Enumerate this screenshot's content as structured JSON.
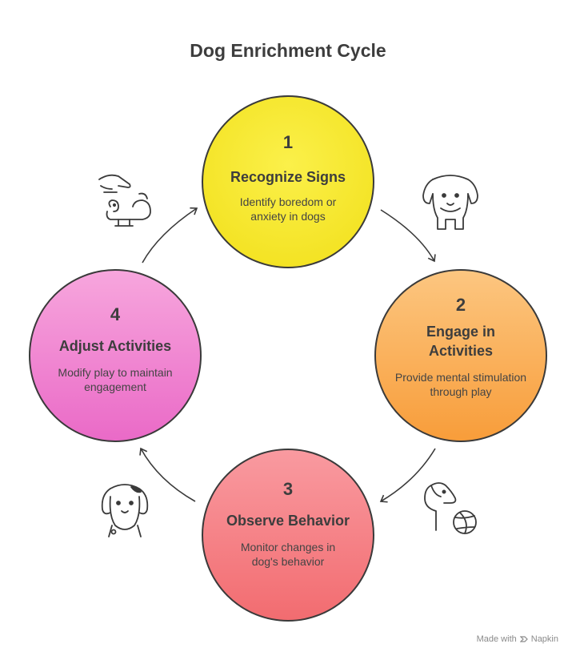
{
  "title": "Dog Enrichment Cycle",
  "steps": [
    {
      "number": "1",
      "name": "Recognize Signs",
      "description": "Identify boredom or anxiety in dogs",
      "color": "#f4e52c"
    },
    {
      "number": "2",
      "name": "Engage in Activities",
      "description": "Provide mental stimulation through play",
      "color": "#f9a94e"
    },
    {
      "number": "3",
      "name": "Observe Behavior",
      "description": "Monitor changes in dog's behavior",
      "color": "#f47f84"
    },
    {
      "number": "4",
      "name": "Adjust Activities",
      "description": "Modify play to maintain engagement",
      "color": "#ee7fcf"
    }
  ],
  "icons": [
    "hand-petting-dog-icon",
    "dog-face-icon",
    "dog-with-ball-icon",
    "dog-head-icon"
  ],
  "footer": {
    "made_with": "Made with",
    "brand": "Napkin"
  }
}
